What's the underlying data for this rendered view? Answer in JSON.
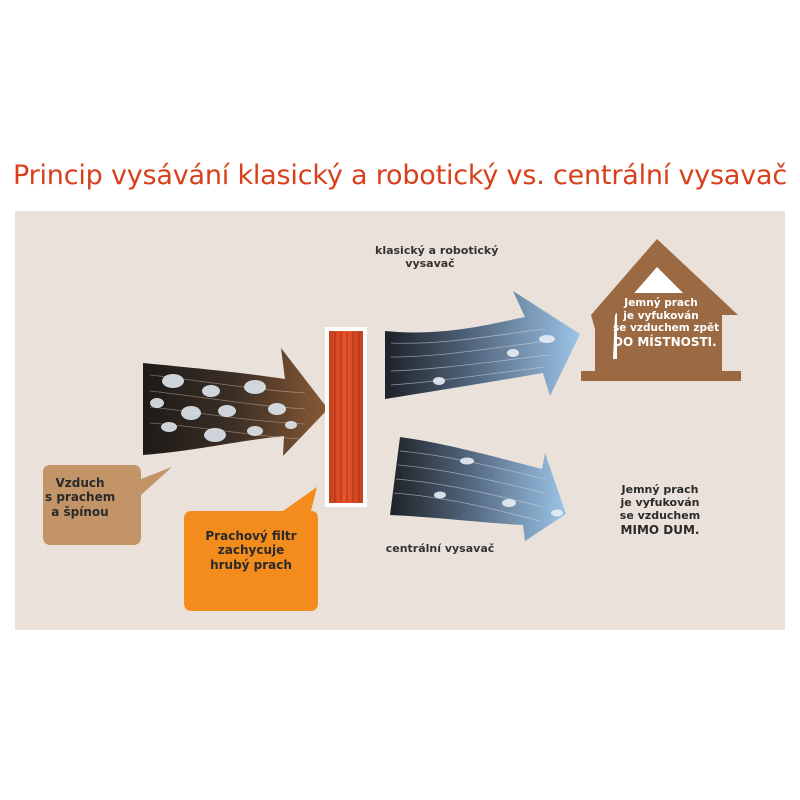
{
  "title": "Princip vysávání klasický a robotický vs. centrální vysavač",
  "colors": {
    "title": "#d8401c",
    "background_panel": "#e9e1da",
    "dirty_air_arrow": "#7a5030",
    "filter": "#d84a22",
    "bubble_dirty": "#c29467",
    "bubble_filter": "#f38c1c",
    "house": "#9c6a42",
    "clean_air_arrow": "#8fb8de"
  },
  "labels": {
    "classic_robot": [
      "klasický a robotický",
      "vysavač"
    ],
    "central": "centrální vysavač"
  },
  "bubbles": {
    "dirty_air": [
      "Vzduch",
      "s prachem",
      "a špínou"
    ],
    "filter": [
      "Prachový filtr",
      "zachycuje",
      "hrubý prach"
    ]
  },
  "house": {
    "text": [
      "Jemný prach",
      "je vyfukován",
      "se vzduchem zpět",
      "DO MÍSTNOSTI."
    ]
  },
  "outside": {
    "text": [
      "Jemný prach",
      "je vyfukován",
      "se vzduchem",
      "MIMO DUM."
    ]
  }
}
